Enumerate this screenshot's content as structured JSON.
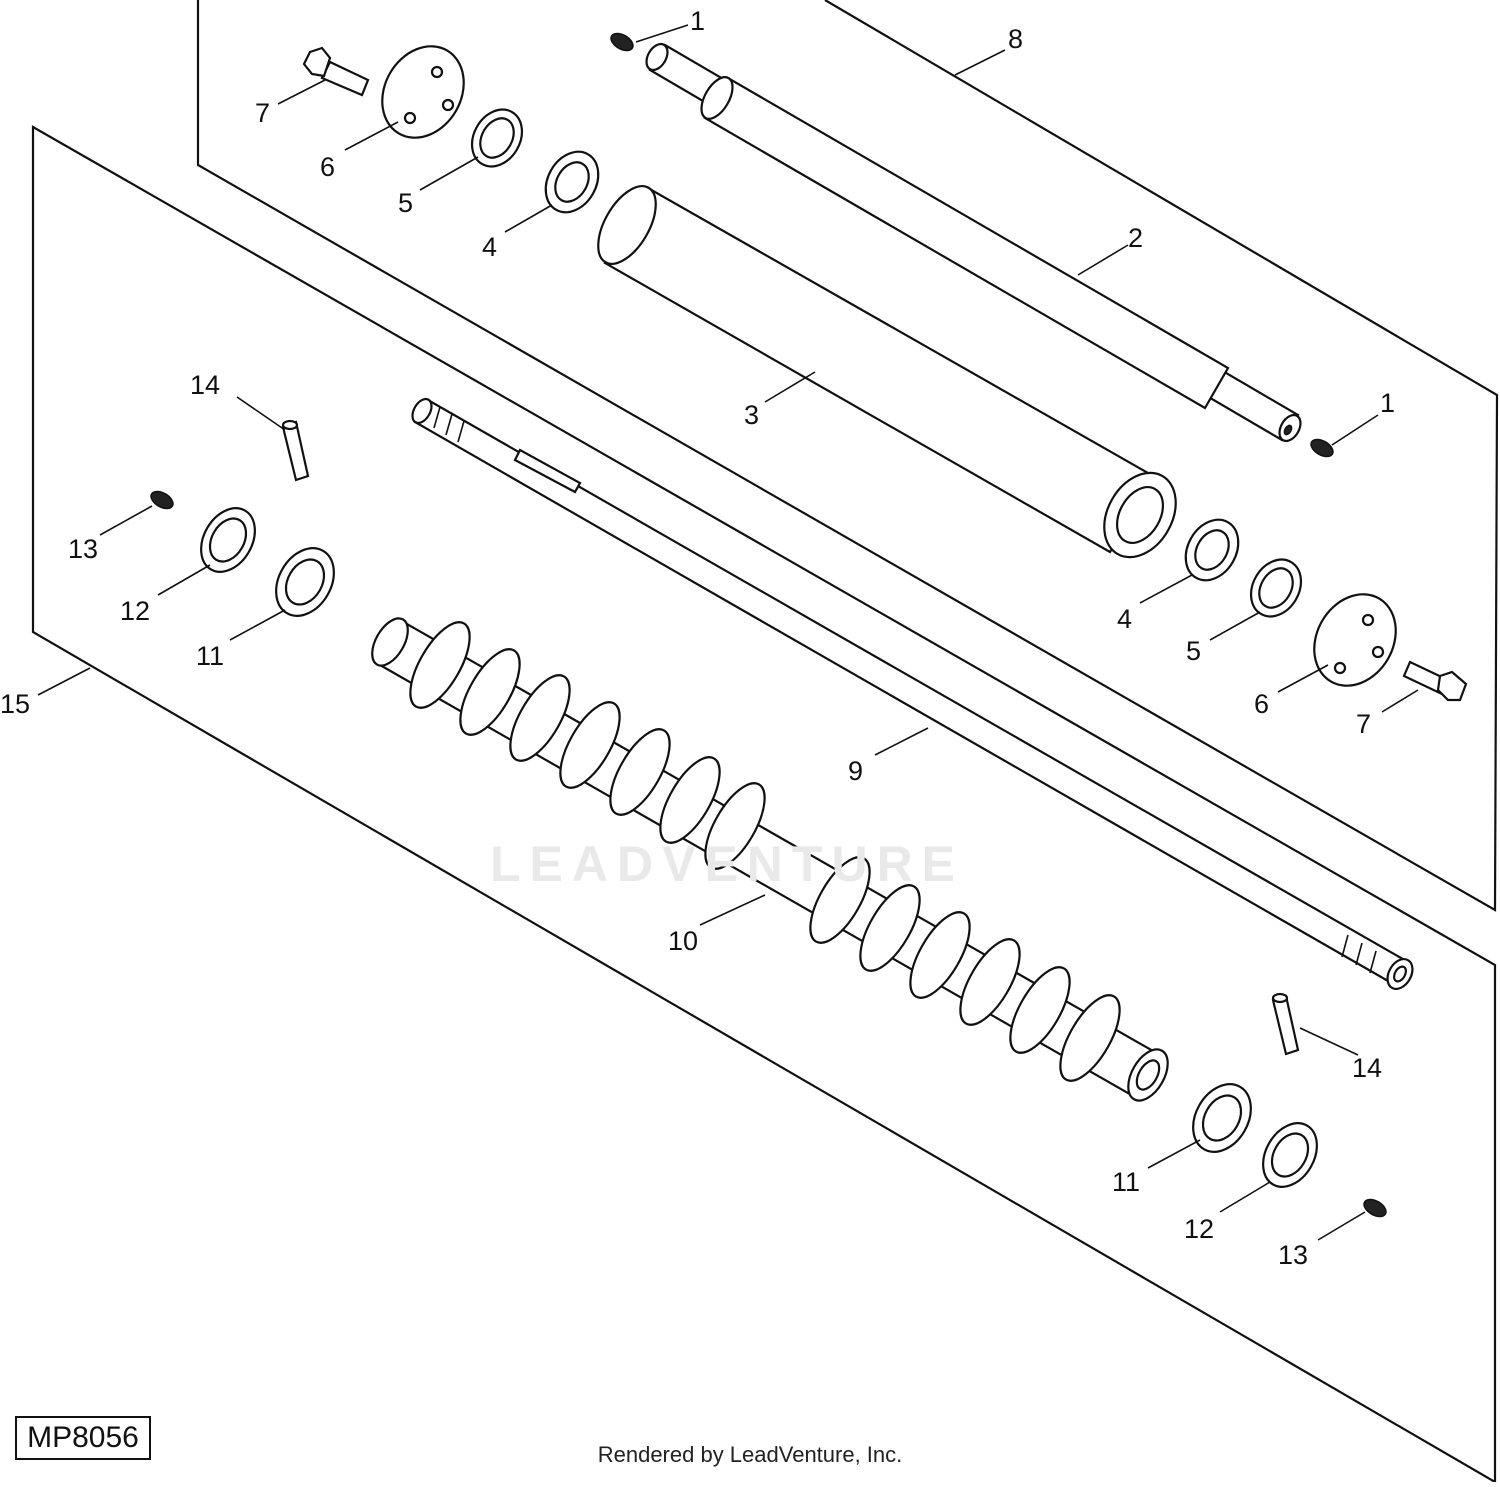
{
  "diagram": {
    "id_label": "MP8056",
    "footer": "Rendered by LeadVenture, Inc.",
    "watermark": "LEADVENTURE",
    "callouts": {
      "c1a": "1",
      "c1b": "1",
      "c2": "2",
      "c3": "3",
      "c4a": "4",
      "c4b": "4",
      "c5a": "5",
      "c5b": "5",
      "c6a": "6",
      "c6b": "6",
      "c7a": "7",
      "c7b": "7",
      "c8": "8",
      "c9": "9",
      "c10": "10",
      "c11a": "11",
      "c11b": "11",
      "c12a": "12",
      "c12b": "12",
      "c13a": "13",
      "c13b": "13",
      "c14a": "14",
      "c14b": "14",
      "c15": "15"
    }
  }
}
